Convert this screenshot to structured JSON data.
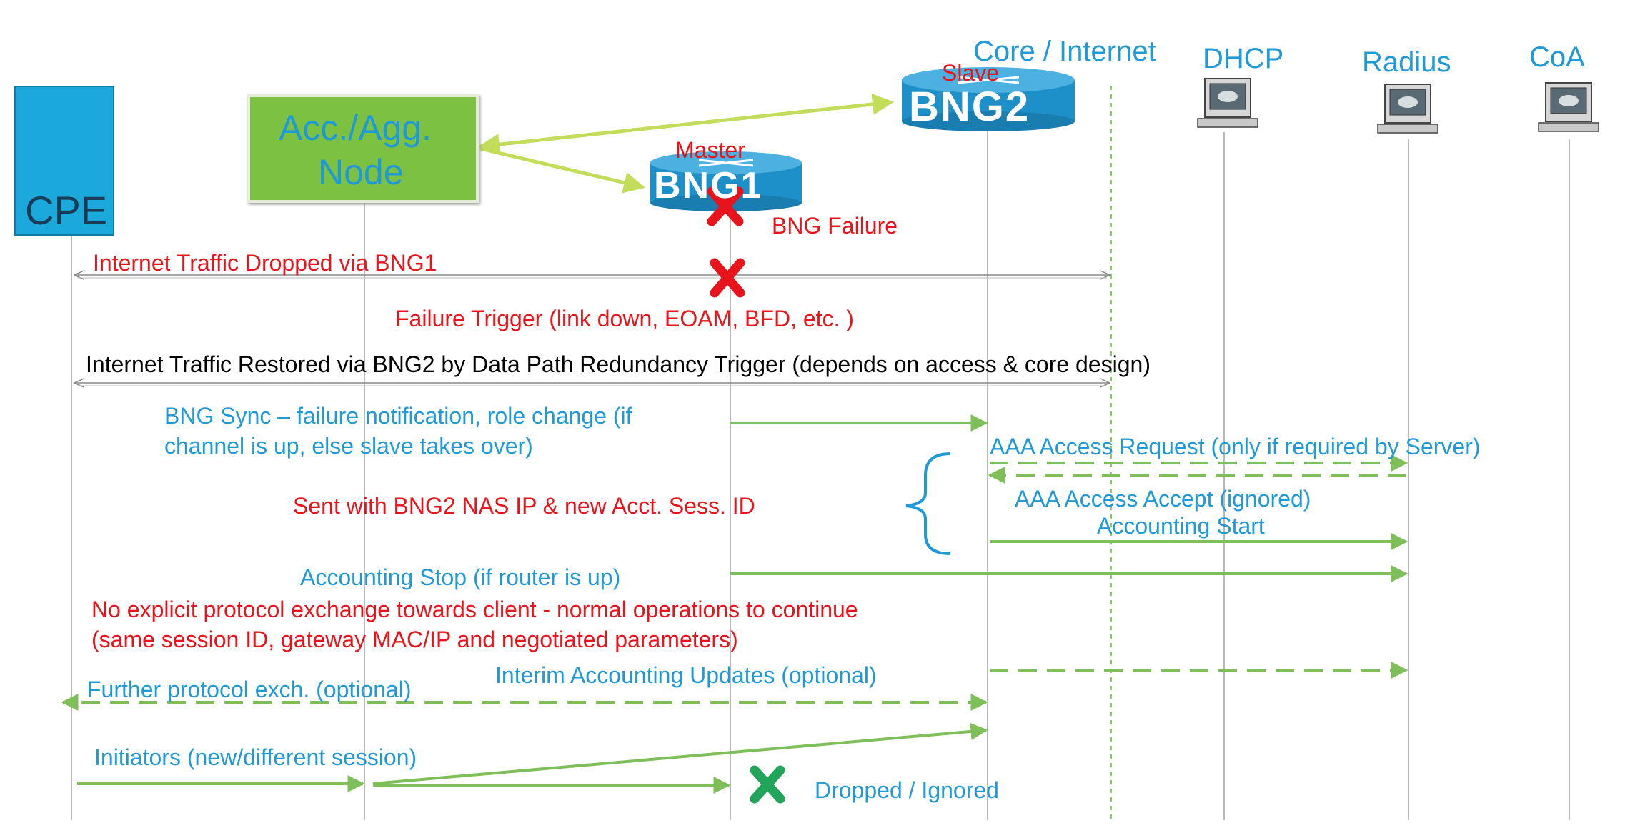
{
  "participants": {
    "cpe": "CPE",
    "acc_line1": "Acc./Agg.",
    "acc_line2": "Node",
    "bng1": "BNG1",
    "bng2": "BNG2",
    "master": "Master",
    "slave": "Slave",
    "core": "Core / Internet",
    "dhcp": "DHCP",
    "radius": "Radius",
    "coa": "CoA"
  },
  "messages": {
    "bng_failure": "BNG Failure",
    "traffic_dropped": "Internet Traffic Dropped via BNG1",
    "failure_trigger": "Failure Trigger (link down, EOAM, BFD, etc. )",
    "traffic_restored": "Internet Traffic Restored via BNG2 by Data Path Redundancy Trigger (depends on access & core design)",
    "bng_sync_line1": "BNG Sync – failure notification, role change (if",
    "bng_sync_line2": "channel is up, else slave takes over)",
    "aaa_request": "AAA Access Request (only if required by Server)",
    "aaa_accept": "AAA Access Accept (ignored)",
    "accounting_start": "Accounting Start",
    "sent_with": "Sent with BNG2 NAS IP & new Acct. Sess. ID",
    "accounting_stop": "Accounting Stop (if router is up)",
    "no_explicit_line1": "No explicit protocol exchange towards client - normal operations to continue",
    "no_explicit_line2": "(same session ID, gateway MAC/IP and negotiated parameters)",
    "interim_updates": "Interim Accounting Updates (optional)",
    "further_exch": "Further protocol exch. (optional)",
    "initiators": "Initiators (new/different session)",
    "dropped": "Dropped / Ignored"
  },
  "colors": {
    "red": "#e8141b",
    "blue": "#1f9ad6",
    "green_arrow": "#7fbf5a",
    "lime_arrow": "#c3dc5a",
    "lifeline": "#b8b8b8",
    "core_lifeline": "#8cc96a",
    "cpe_box": "#1ba9dc",
    "acc_box": "#7dc142",
    "router_blue": "#1d8fc9",
    "drop_x": "#22a55a"
  },
  "icons": [
    "computer-icon",
    "server-icon",
    "router-icon",
    "failure-x-icon",
    "dropped-check-x-icon"
  ]
}
